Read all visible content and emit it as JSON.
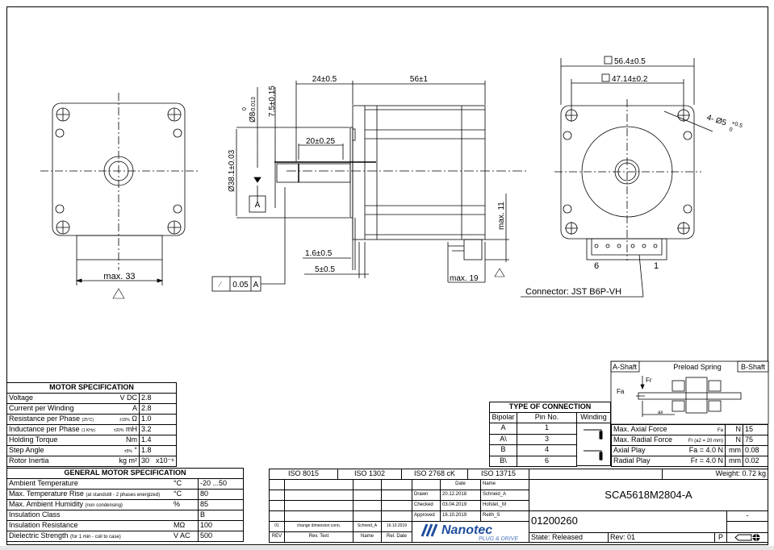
{
  "drawing": {
    "left_view": {
      "dim_bottom": "max. 33"
    },
    "side_view": {
      "dim_flange_to_shaft": "24±0.5",
      "dim_body_length": "56±1",
      "dim_shaft_dia": "Ø8",
      "dim_shaft_dia_tol_upper": "0",
      "dim_shaft_dia_tol_lower": "-0.013",
      "dim_flat": "7.5±0.15",
      "dim_pilot_dia": "Ø38.1±0.03",
      "dim_flat_length": "20±0.25",
      "datum": "A",
      "dim_pilot_height": "1.6±0.5",
      "dim_flange": "5±0.5",
      "dim_conn_height": "max. 11",
      "dim_conn_length": "max. 19",
      "tolerance_frame": {
        "symbol": "runout",
        "value": "0.05",
        "datum": "A"
      }
    },
    "front_view": {
      "dim_outer": "56.4±0.5",
      "dim_holes": "47.14±0.2",
      "dim_hole_dia": "4- Ø5",
      "dim_hole_tol_upper": "+0.5",
      "dim_hole_tol_lower": "0",
      "pin_left": "6",
      "pin_right": "1",
      "connector_label": "Connector:  JST  B6P-VH"
    }
  },
  "motor_spec": {
    "title": "MOTOR SPECIFICATION",
    "rows": [
      {
        "label": "Voltage",
        "note": "",
        "tol": "",
        "unit": "V DC",
        "value": "2.8",
        "extra": ""
      },
      {
        "label": "Current per Winding",
        "note": "",
        "tol": "",
        "unit": "A",
        "value": "2.8",
        "extra": ""
      },
      {
        "label": "Resistance per Phase",
        "note": "(25°C)",
        "tol": "±15%",
        "unit": "Ω",
        "value": "1.0",
        "extra": ""
      },
      {
        "label": "Inductance per Phase",
        "note": "(1 KHz)",
        "tol": "±20%",
        "unit": "mH",
        "value": "3.2",
        "extra": ""
      },
      {
        "label": "Holding Torque",
        "note": "",
        "tol": "",
        "unit": "Nm",
        "value": "1.4",
        "extra": ""
      },
      {
        "label": "Step Angle",
        "note": "",
        "tol": "±5%",
        "unit": "°",
        "value": "1.8",
        "extra": ""
      },
      {
        "label": "Rotor Inertia",
        "note": "",
        "tol": "",
        "unit": "kg m²",
        "value": "30",
        "extra": "x10⁻⁶"
      }
    ]
  },
  "general_spec": {
    "title": "GENERAL MOTOR SPECIFICATION",
    "rows": [
      {
        "label": "Ambient Temperature",
        "note": "",
        "unit": "°C",
        "value": "-20 ...50"
      },
      {
        "label": "Max. Temperature Rise",
        "note": "(at standstill - 2 phases energized)",
        "unit": "°C",
        "value": "80"
      },
      {
        "label": "Max. Ambient Humidity",
        "note": "(non condensing)",
        "unit": "%",
        "value": "85"
      },
      {
        "label": "Insulation Class",
        "note": "",
        "unit": "",
        "value": "B"
      },
      {
        "label": "Insulation Resistance",
        "note": "",
        "unit": "MΩ",
        "value": "100"
      },
      {
        "label": "Dielectric Strength",
        "note": "(for 1 min - coil to case)",
        "unit": "V AC",
        "value": "500"
      }
    ]
  },
  "connection": {
    "title": "TYPE OF CONNECTION",
    "headers": [
      "Bipolar",
      "Pin No.",
      "Winding"
    ],
    "rows": [
      {
        "bipolar": "A",
        "pin": "1"
      },
      {
        "bipolar": "A\\",
        "pin": "3"
      },
      {
        "bipolar": "B",
        "pin": "4"
      },
      {
        "bipolar": "B\\",
        "pin": "6"
      }
    ]
  },
  "shaft": {
    "a_shaft": "A-Shaft",
    "preload": "Preload Spring",
    "b_shaft": "B-Shaft",
    "fr": "Fr",
    "fa": "Fa",
    "ax": "ax",
    "rows": [
      {
        "label": "Max. Axial Force",
        "note": "Fa",
        "unit": "N",
        "value": "15"
      },
      {
        "label": "Max. Radial Force",
        "note": "Fr (a2 =  20  mm)",
        "unit": "N",
        "value": "75"
      },
      {
        "label": "Axial Play",
        "note": "Fa = 4.0 N",
        "unit": "mm",
        "value": "0.08"
      },
      {
        "label": "Radial Play",
        "note": "Fr  = 4.0 N",
        "unit": "mm",
        "value": "0.02"
      }
    ]
  },
  "title_block": {
    "iso": [
      "ISO 8015",
      "ISO 1302",
      "ISO 2768 cK",
      "ISO 13715"
    ],
    "date_header": "Date",
    "name_header": "Name",
    "approvals": [
      {
        "role": "Drawn",
        "date": "20.12.2018",
        "name": "Schneid_A"
      },
      {
        "role": "Checked",
        "date": "03.04.2019",
        "name": "Hofstet._M"
      },
      {
        "role": "Approved",
        "date": "16.10.2019",
        "name": "Reith_S"
      }
    ],
    "revision": {
      "rev": "01",
      "text": "change dimension conn.",
      "name": "Schneid_A",
      "date": "16.10.2019"
    },
    "rev_headers": {
      "rev": "REV",
      "text": "Rev. Text",
      "name": "Name",
      "date": "Rel. Date"
    },
    "logo": {
      "name": "Nanotec",
      "tagline": "PLUG & DRIVE",
      "color": "#1f4e9c"
    },
    "weight": "Weight: 0.72   kg",
    "part_name": "SCA5618M2804-A",
    "part_number": "01200260",
    "dash": "-",
    "state": "State: Released",
    "rev_label": "Rev: 01",
    "p": "P"
  }
}
